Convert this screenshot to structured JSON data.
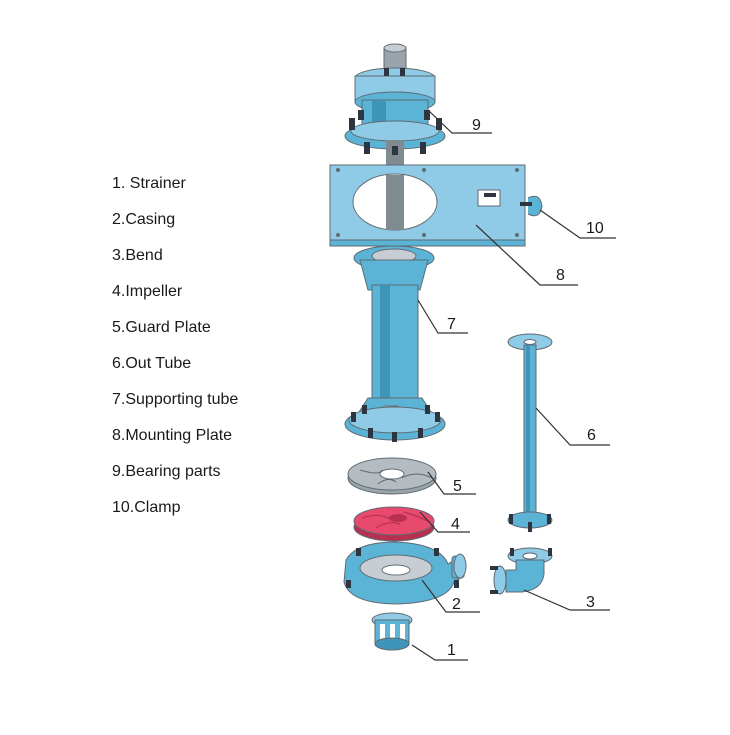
{
  "legend": {
    "items": [
      "1. Strainer",
      "2.Casing",
      "3.Bend",
      "4.Impeller",
      "5.Guard Plate",
      "6.Out Tube",
      "7.Supporting tube",
      "8.Mounting Plate",
      "9.Bearing parts",
      "10.Clamp"
    ]
  },
  "callouts": {
    "c1": "1",
    "c2": "2",
    "c3": "3",
    "c4": "4",
    "c5": "5",
    "c6": "6",
    "c7": "7",
    "c8": "8",
    "c9": "9",
    "c10": "10"
  },
  "colors": {
    "pump_blue": "#5bb3d6",
    "pump_blue_dark": "#3f94ba",
    "plate_blue": "#8fcbe6",
    "impeller_red": "#e84a6e",
    "guard_gray": "#b4bcc2",
    "shaft_gray": "#7f8a91",
    "bolt_dark": "#2d3640"
  }
}
